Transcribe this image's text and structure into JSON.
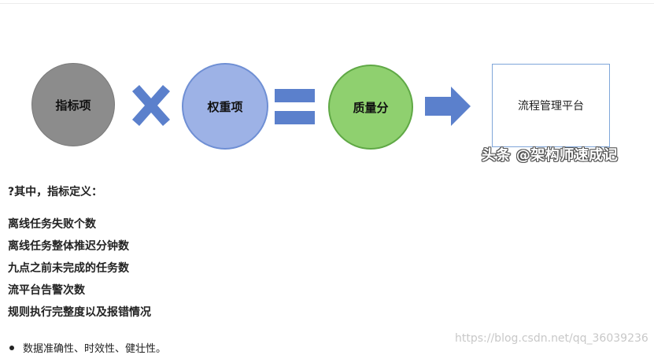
{
  "diagram": {
    "indicator_label": "指标项",
    "weight_label": "权重项",
    "score_label": "质量分",
    "platform_label": "流程管理平台",
    "watermark": "头条 @架构师速成记"
  },
  "content": {
    "intro": "?其中，指标定义：",
    "metrics": [
      "离线任务失败个数",
      "离线任务整体推迟分钟数",
      "九点之前未完成的任务数",
      "流平台告警次数",
      "规则执行完整度以及报错情况"
    ],
    "bullet": "数据准确性、时效性、健壮性。",
    "url_watermark": "https://blog.csdn.net/qq_36039236"
  },
  "colors": {
    "indicator_fill": "#8c8c8c",
    "weight_fill": "#9db2e6",
    "score_fill": "#8fd06f",
    "operator_blue": "#5b80cc",
    "box_border": "#7fa6d9"
  }
}
